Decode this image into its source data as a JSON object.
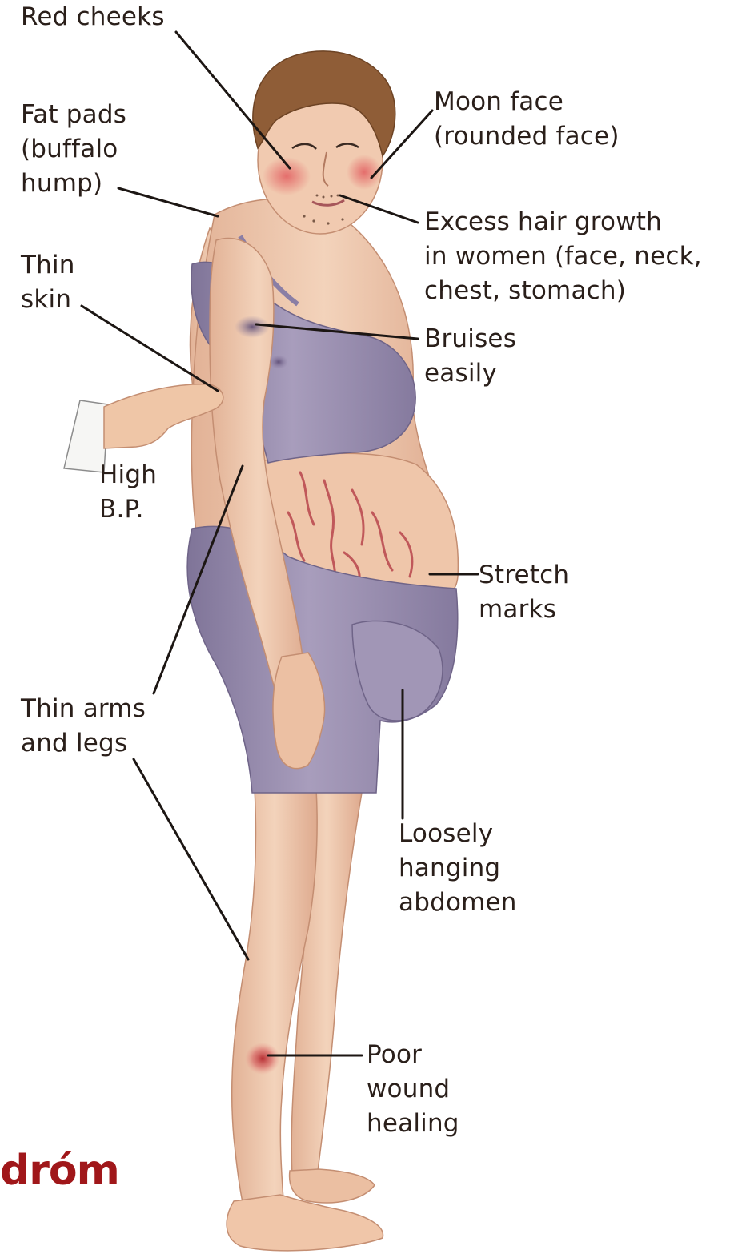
{
  "labels": {
    "red_cheeks": "Red cheeks",
    "fat_pads": "Fat pads\n(buffalo\nhump)",
    "moon_face": "Moon face\n(rounded face)",
    "excess_hair": "Excess hair growth\nin women (face, neck,\nchest, stomach)",
    "thin_skin": "Thin\nskin",
    "bruises": "Bruises\neasily",
    "high_bp": "High\nB.P.",
    "stretch_marks": "Stretch\nmarks",
    "thin_arms_legs": "Thin arms\nand legs",
    "loose_abdomen": "Loosely\nhanging\nabdomen",
    "poor_wound": "Poor\nwound\nhealing"
  },
  "title_fragment": "dróm",
  "colors": {
    "skin": "#f0c9ad",
    "skin_shadow": "#d9a48a",
    "garment": "#9a8fae",
    "garment_shadow": "#7c7196",
    "hair": "#8a5a35",
    "cheek": "#e57575",
    "bruise": "#6e5f86",
    "stretch": "#c35a5a",
    "title": "#a0171a",
    "line": "#1c1613"
  }
}
